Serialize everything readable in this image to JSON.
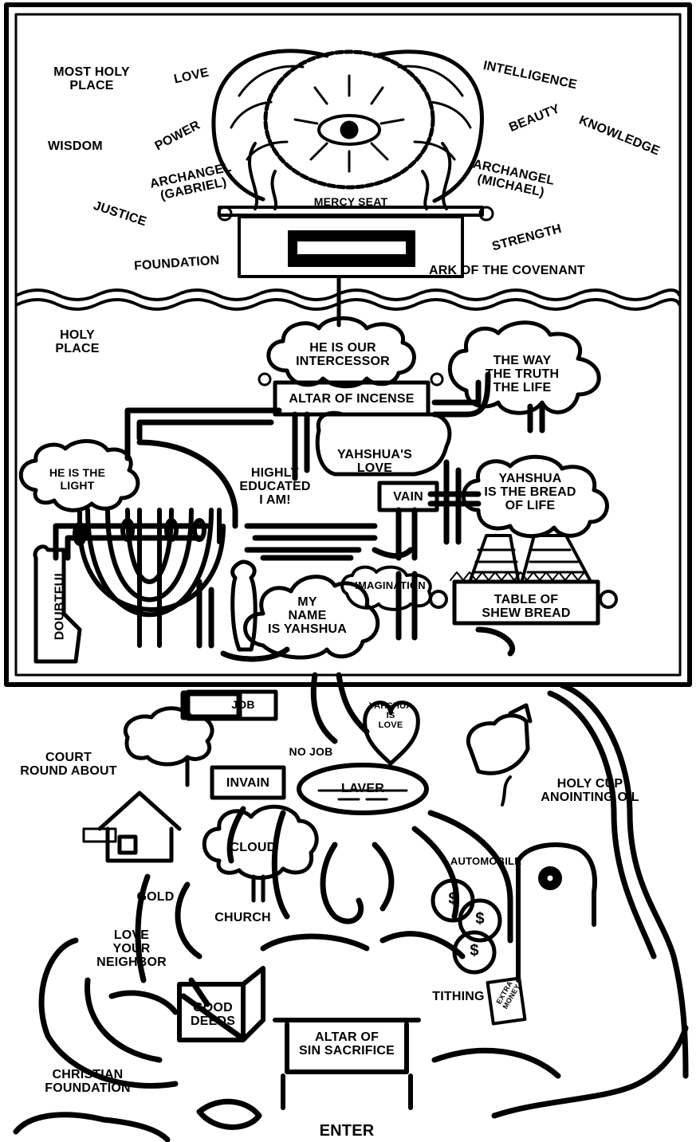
{
  "labels": {
    "most_holy_place": "MOST HOLY\nPLACE",
    "love": "LOVE",
    "intelligence": "INTELLIGENCE",
    "wisdom": "WISDOM",
    "power": "POWER",
    "beauty": "BEAUTY",
    "knowledge": "KNOWLEDGE",
    "archangel_gabriel": "ARCHANGEL\n(GABRIEL)",
    "archangel_michael": "ARCHANGEL\n(MICHAEL)",
    "mercy_seat": "MERCY SEAT",
    "justice": "JUSTICE",
    "strength": "STRENGTH",
    "foundation": "FOUNDATION",
    "ark_of_the_covenant": "ARK OF THE COVENANT",
    "holy_place": "HOLY\nPLACE",
    "he_is_our_intercessor": "HE IS OUR\nINTERCESSOR",
    "the_way": "THE WAY\nTHE TRUTH\nTHE LIFE",
    "altar_of_incense": "ALTAR OF INCENSE",
    "yahshuas_love": "YAHSHUA'S\nLOVE",
    "he_is_the_light": "HE IS THE\nLIGHT",
    "highly_educated": "HIGHLY\nEDUCATED\nI AM!",
    "vain": "VAIN",
    "bread_of_life": "YAHSHUA\nIS THE BREAD\nOF LIFE",
    "doubtful": "DOUBTFUL",
    "imagination": "IMAGINATION",
    "my_name": "MY\nNAME\nIS YAHSHUA",
    "table_of_shew_bread": "TABLE OF\nSHEW BREAD",
    "job": "JOB",
    "yahshua_is_love": "YAHSHUA\nIS\nLOVE",
    "court_round_about": "COURT\nROUND ABOUT",
    "no_job": "NO JOB",
    "invain": "INVAIN",
    "laver": "LAVER",
    "holy_cup": "HOLY CUP\nANOINTING  OIL",
    "cloud": "CLOUD",
    "automobile": "AUTOMOBILE",
    "gold": "GOLD",
    "church": "CHURCH",
    "love_your_neighbor": "LOVE\nYOUR\nNEIGHBOR",
    "tithing": "TITHING",
    "extra_money": "EXTRA\nMONEY",
    "good_deeds": "GOOD\nDEEDS",
    "altar_of_sin_sacrifice": "ALTAR OF\nSIN SACRIFICE",
    "christian_foundation": "CHRISTIAN\nFOUNDATION",
    "enter": "ENTER",
    "dollar": "$"
  }
}
